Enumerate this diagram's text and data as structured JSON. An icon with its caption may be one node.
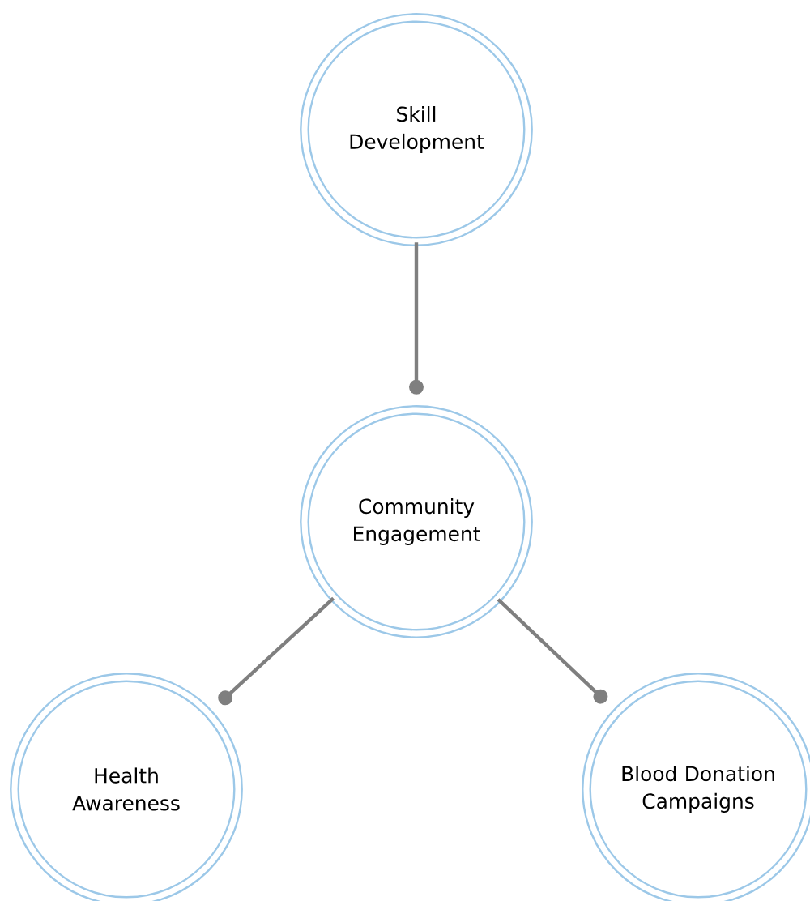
{
  "diagram": {
    "nodes": [
      {
        "text": [
          "Skill Development"
        ]
      },
      {
        "text": [
          "Community Engagement"
        ]
      },
      {
        "text": [
          "Health Awareness"
        ]
      },
      {
        "text": [
          "Blood Donation Campaigns"
        ]
      }
    ],
    "edges": [
      {
        "from": 0,
        "to": 1,
        "arrow": "other"
      },
      {
        "from": 1,
        "to": 2,
        "arrow": "other"
      },
      {
        "from": 1,
        "to": 3,
        "arrow": "other"
      }
    ]
  }
}
